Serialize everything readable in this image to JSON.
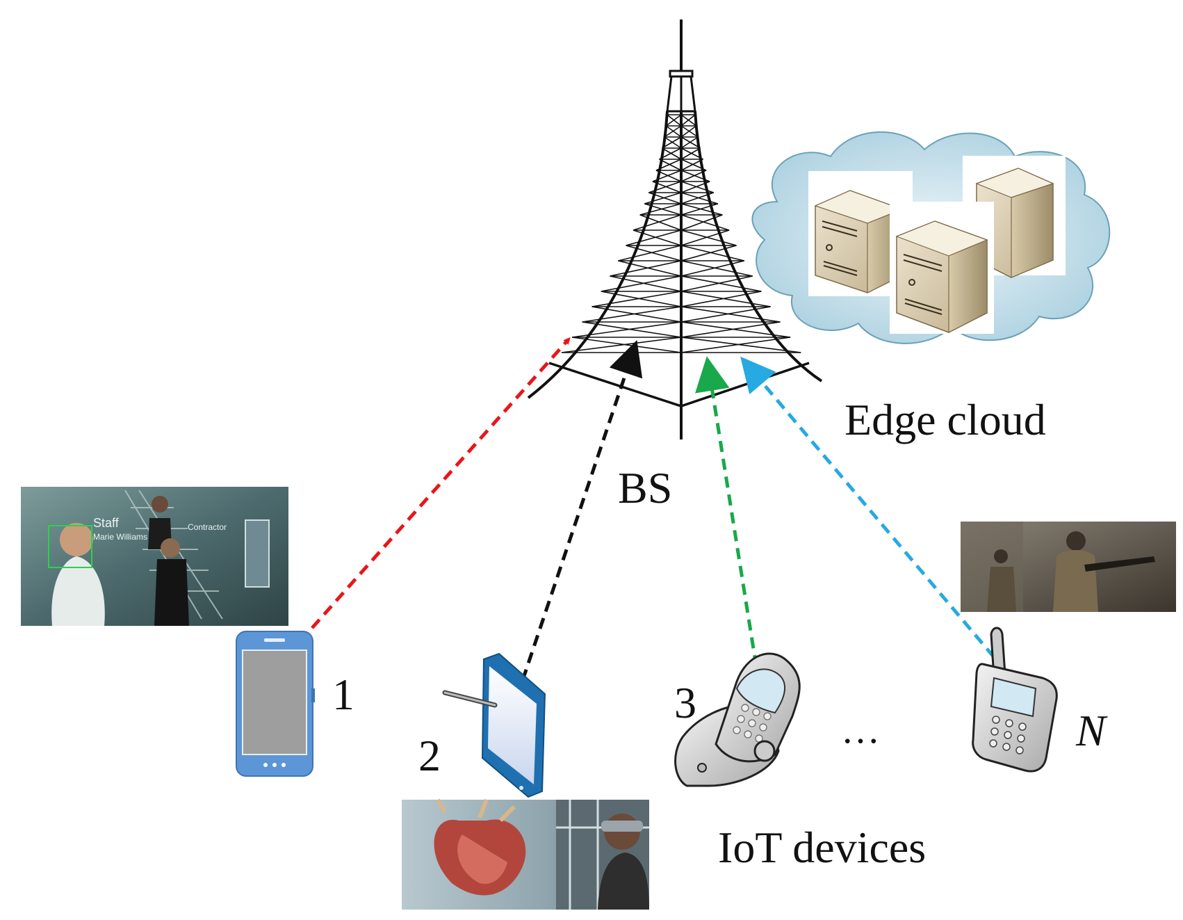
{
  "labels": {
    "bs": "BS",
    "edge_cloud": "Edge cloud",
    "iot_devices": "IoT devices",
    "dev1": "1",
    "dev2": "2",
    "dev3": "3",
    "devN": "N",
    "ellipsis": "…"
  },
  "photos": {
    "face_recognition": {
      "text_staff": "Staff",
      "text_name": "Marie Williams",
      "text_contractor": "Contractor"
    }
  },
  "link_colors": {
    "device1": "#e8161b",
    "device2": "#111111",
    "device3": "#19a84a",
    "deviceN": "#27a9e1"
  },
  "icons": [
    "tower-icon",
    "server-icon",
    "cloud-icon",
    "smartphone-icon",
    "tablet-icon",
    "flip-phone-icon",
    "cell-phone-icon"
  ]
}
